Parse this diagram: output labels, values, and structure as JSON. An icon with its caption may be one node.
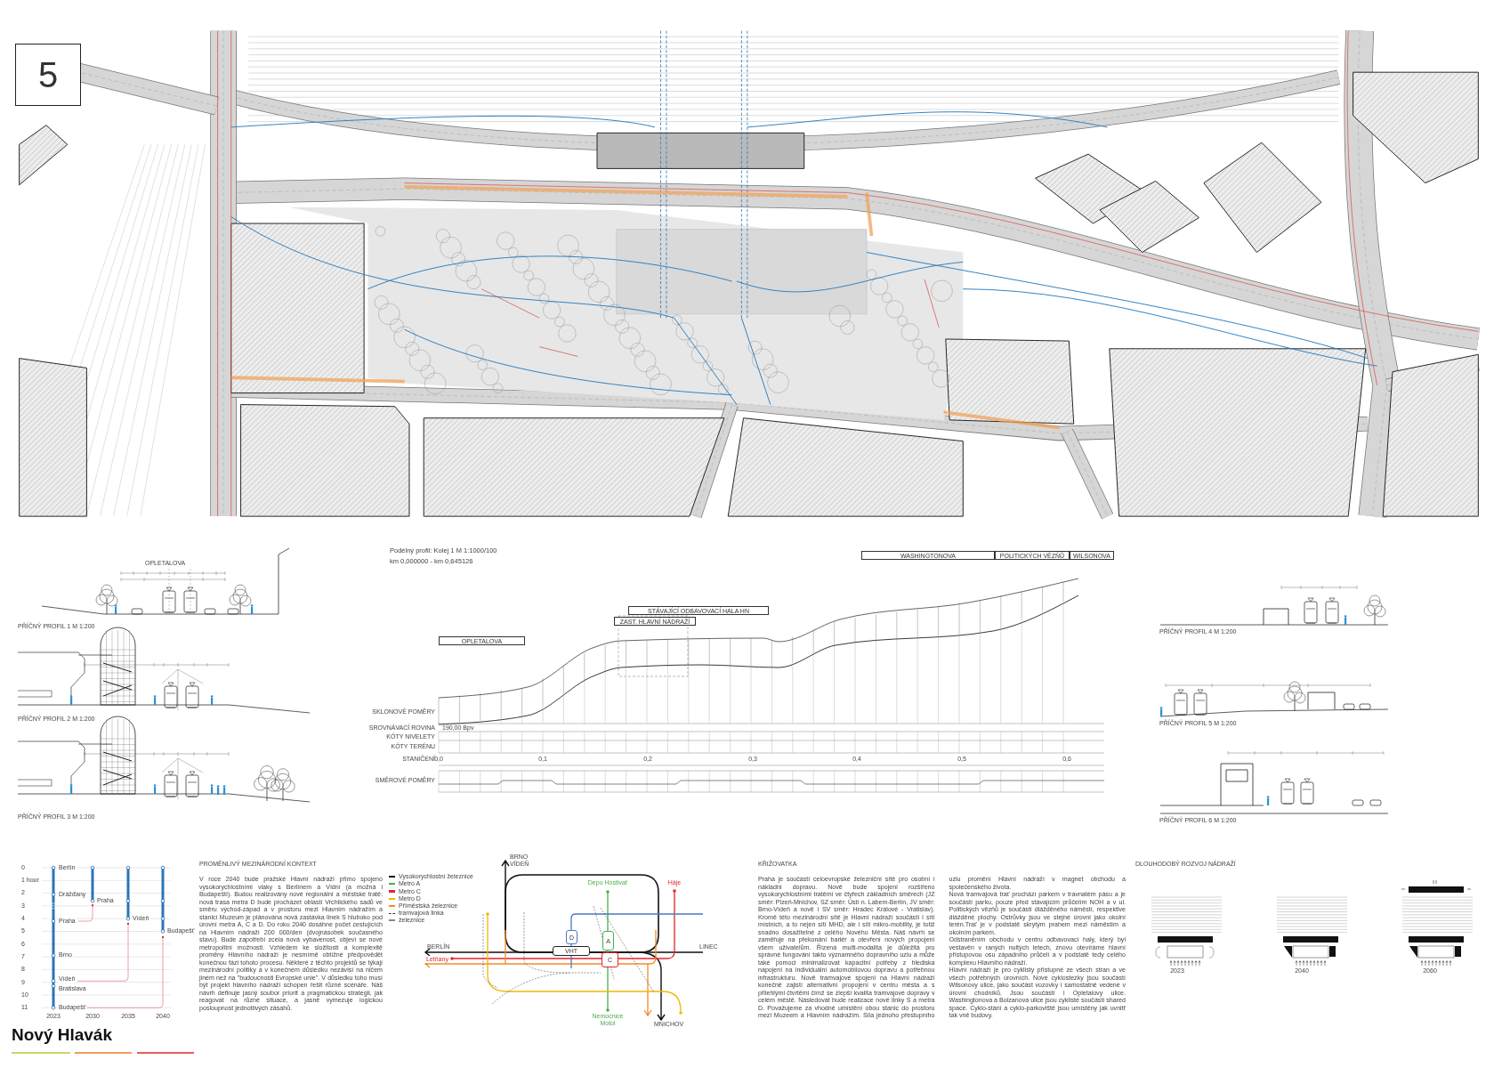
{
  "diagram": {
    "nodes": [
      {
        "text": [
          "5"
        ]
      },
      {
        "text": [
          "OPLETALOVA"
        ]
      },
      {
        "text": [
          "STÁVAJÍCÍ ODBAVOVACÍ HALA HN"
        ]
      },
      {
        "text": [
          "ZAST. HLAVNÍ NÁDRAŽÍ"
        ]
      },
      {
        "text": [
          "WASHINGTONOVA"
        ]
      },
      {
        "text": [
          "POLITICKÝCH VĚZŇŮ"
        ]
      },
      {
        "text": [
          "WILSONOVA"
        ]
      },
      {
        "text": [
          "VHT"
        ]
      },
      {
        "text": [
          "D"
        ]
      },
      {
        "text": [
          "A"
        ]
      },
      {
        "text": [
          "C"
        ]
      }
    ],
    "labels": [
      "PŘÍČNÝ PROFIL 1 M 1:200",
      "OPLETALOVA",
      "PŘÍČNÝ PROFIL 2 M 1:200",
      "PŘÍČNÝ PROFIL 3 M 1:200",
      "Podélný profil: Kolej 1 M 1:1000/100",
      "km 0,000000 - km 0,645126",
      "SKLONOVÉ POMĚRY",
      "SROVNÁVACÍ ROVINA",
      "190,00 Bpv",
      "KÓTY NIVELETY",
      "KÓTY TERÉNU",
      "STANIČENÍ",
      "0,0",
      "0,1",
      "0,2",
      "0,3",
      "0,4",
      "0,5",
      "0,6",
      "SMĚROVÉ POMĚRY",
      "PŘÍČNÝ PROFIL 4 M 1:200",
      "PŘÍČNÝ PROFIL 5 M 1:200",
      "PŘÍČNÝ PROFIL 6 M 1:200",
      "0",
      "1 hour",
      "2",
      "3",
      "4",
      "5",
      "6",
      "7",
      "8",
      "9",
      "10",
      "11",
      "Berlín",
      "Drážďany",
      "Praha",
      "Vídeň",
      "Praha",
      "Budapešť",
      "Brno",
      "Vídeň",
      "Bratislava",
      "Budapešť",
      "2023",
      "2030",
      "2035",
      "2040",
      "PROMĚNLIVÝ MEZINÁRODNÍ KONTEXT",
      "V roce 2040 bude pražské Hlavní nádraží přímo spojeno vysokorychlostními vlaky s Berlínem a Vídní (a možná i Budapeští). Budou realizovány nové regionální a městské tratě: nová trasa metra D bude procházet oblastí Vrchlického sadů ve směru východ-západ a v prostoru mezi Hlavním nádražím a stanicí Muzeum je plánována nová zastávka linek S hluboko pod úrovní metra A, C a D. Do roku 2040 dosáhne počet cestujících na Hlavním nádraží 200 000/den (dvojnásobek současného stavu). Bude zapotřebí zcela nová vybavenost, objeví se nové metropolitní možnosti. Vzhledem ke složitosti a komplexitě proměny Hlavního nádraží je nesmírně obtížné předpovědět konečnou fázi tohoto procesu. Některé z těchto projektů se týkají mezinárodní politiky a v konečném důsledku nezávisí na ničem jiném než na \"budoucnosti Evropské unie\". V důsledku toho musí být projekt hlavního nádraží schopen řešit různé scénáře. Náš návrh definuje jasný soubor priorit a pragmatickou strategii, jak reagovat na různé situace, a jasně vymezuje logickou posloupnost jednotlivých zásahů.",
      "BRNO VÍDEŇ",
      "Depo Hostivař",
      "Háje",
      "BERLÍN",
      "Letňany",
      "LINEC",
      "Nemocnice Motol",
      "MNICHOV",
      "KŘIŽOVATKA",
      "Praha je součástí celoevropské železniční sítě pro osobní i nákladní dopravu. Nově bude spojení rozšířeno vysokorychlostními tratěmi ve čtyřech základních směrech (JZ směr: Plzeň-Mnichov, SZ směr: Ústí n. Labem-Berlín, JV směr: Brno-Vídeň a nově i SV směr: Hradec Králové - Vratislav). Kromě této mezinárodní sítě je Hlavní nádraží součástí i sítí místních, a to nejen sítí MHD, ale i sítí mikro-mobility, je totiž snadno dosažitelné z celého Nového Města. Náš návrh se zaměřuje na překonání bariér a otevření nových propojení všem uživatelům. Řízená multi-modalita je důležitá pro správné fungování takto významného dopravního uzlu a může také pomoci minimalizovat kapacitní potřeby z hlediska napojení na individuální automobilovou dopravu a potřebnou infrastrukturu. Nově tramvajové spojení na Hlavní nádraží konečně zajistí alternativní propojení v centru města a s přilehlými čtvrtěmi čímž se zlepší kvalita tramvajové dopravy v celém městě. Následovat bude realizace nové linky S a metra D. Považujeme za vhodné umístění obou stanic do prostoru mezi Muzeem a Hlavním nádražím. Síla jednoho přestupního uzlu promění Hlavní nádraží v magnet obchodu a společenského života.",
      "Nová tramvajová trať prochází parkem v travnatém pásu a je součástí parku, pouze před stávajícím průčelím NOH a v ul. Politických vězňů je součástí dlážděného náměstí, respektive dlážděné plochy. Ostrůvky jsou ve stejné úrovni jako okolní terén.Trať je v podstatě skrytým prahem mezi náměstím a okolním parkem.",
      "Odstraněním obchodu v centru odbavovací haly, který byl vestavěn v raných nultých letech, znovu otevíráme hlavní přístupovou osu západního průčelí a v podstatě tedy celého komplexu Hlavního nádraží.",
      "Hlavní nádraží je pro cyklisty přístupné ze všech stran a ve všech potřebných úrovních. Nové cyklostezky jsou součástí Wilsonovy ulice, jako součást vozovky i samostatně vedené v úrovni chodníků. Jsou součástí i Opletalovy ulice. Washingtonova a Bolzanova ulice jsou cyklisté součástí shared space. Cyklo-stání a cyklo-parkoviště jsou umístěny jak uvnitř tak vně budovy.",
      "DLOUHODOBÝ ROZVOJ NÁDRAŽÍ",
      "2023",
      "2040",
      "2060",
      "Nový Hlavák"
    ],
    "legend": [
      {
        "text": "Vysokorychlostní železnice",
        "color": "#111111"
      },
      {
        "text": "Metro A",
        "color": "#4cae4c"
      },
      {
        "text": "Metro C",
        "color": "#e0262d"
      },
      {
        "text": "Metro D",
        "color": "#f2b705"
      },
      {
        "text": "Příměstská železnice",
        "color": "#f28c28"
      },
      {
        "text": "tramvajová linka"
      },
      {
        "text": "železnice",
        "color": "#888888"
      }
    ]
  }
}
